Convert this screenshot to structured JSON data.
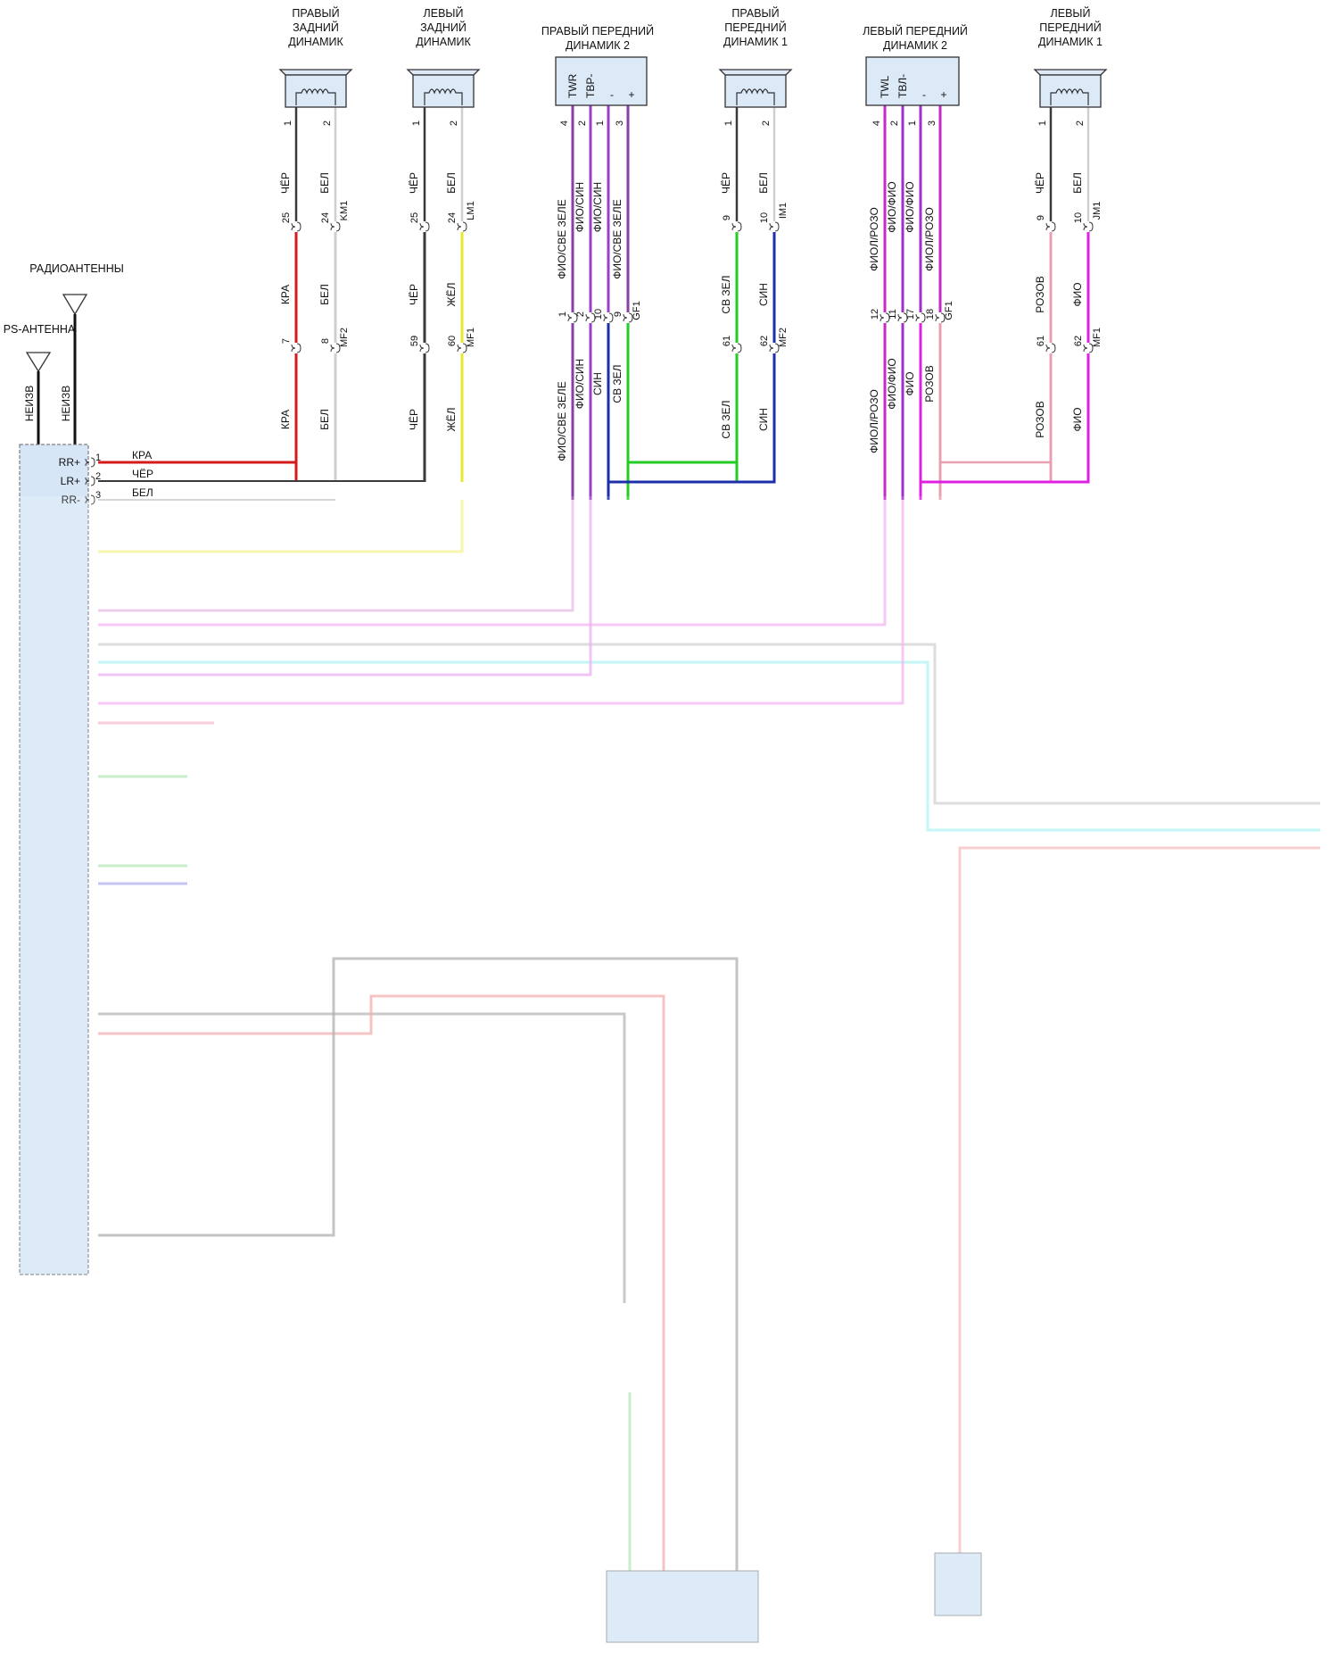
{
  "speakers": [
    {
      "id": "rr",
      "title": [
        "ПРАВЫЙ",
        "ЗАДНИЙ",
        "ДИНАМИК"
      ],
      "type": "coil",
      "pins": [
        {
          "num": "1",
          "color": "ЧЁР",
          "wire": "#3a3a3a",
          "conn1_pin": "25",
          "seg2_color": "КРА",
          "seg2_wire": "#d41a1a",
          "conn2_pin": "7",
          "seg3_color": "КРА",
          "seg3_wire": "#d41a1a"
        },
        {
          "num": "2",
          "color": "БЕЛ",
          "wire": "#cfcfcf",
          "conn1_pin": "24",
          "seg2_color": "БЕЛ",
          "seg2_wire": "#cfcfcf",
          "conn2_pin": "8",
          "seg3_color": "БЕЛ",
          "seg3_wire": "#cfcfcf"
        }
      ],
      "conn1": "KM1",
      "conn2": "MF2"
    },
    {
      "id": "lr",
      "title": [
        "ЛЕВЫЙ",
        "ЗАДНИЙ",
        "ДИНАМИК"
      ],
      "type": "coil",
      "pins": [
        {
          "num": "1",
          "color": "ЧЁР",
          "wire": "#3a3a3a",
          "conn1_pin": "25",
          "seg2_color": "ЧЁР",
          "seg2_wire": "#3a3a3a",
          "conn2_pin": "59",
          "seg3_color": "ЧЁР",
          "seg3_wire": "#3a3a3a"
        },
        {
          "num": "2",
          "color": "БЕЛ",
          "wire": "#cfcfcf",
          "conn1_pin": "24",
          "seg2_color": "ЖЁЛ",
          "seg2_wire": "#e8e832",
          "conn2_pin": "60",
          "seg3_color": "ЖЁЛ",
          "seg3_wire": "#e8e832"
        }
      ],
      "conn1": "LM1",
      "conn2": "MF1"
    },
    {
      "id": "rf2",
      "title": [
        "ПРАВЫЙ ПЕРЕДНИЙ",
        "ДИНАМИК 2"
      ],
      "type": "box",
      "box_labels": [
        "TWR",
        "ТВР-",
        "-",
        "+"
      ],
      "pins": [
        {
          "num": "4",
          "color": "ФИО/СВЕ ЗЕЛЕ",
          "wire": "#8a3ea8",
          "conn_pin": "1",
          "seg2_color": "ФИО/СВЕ ЗЕЛЕ",
          "seg2_wire": "#8a3ea8"
        },
        {
          "num": "2",
          "color": "ФИО/СИН",
          "wire": "#9a40c8",
          "conn_pin": "2",
          "seg2_color": "ФИО/СИН",
          "seg2_wire": "#9a40c8"
        },
        {
          "num": "1",
          "color": "ФИО/СИН",
          "wire": "#9a40c8",
          "conn_pin": "10",
          "seg2_color": "СИН",
          "seg2_wire": "#1a2fa8"
        },
        {
          "num": "3",
          "color": "ФИО/СВЕ ЗЕЛЕ",
          "wire": "#8a3ea8",
          "conn_pin": "9",
          "seg2_color": "СВ ЗЕЛ",
          "seg2_wire": "#22cc22"
        }
      ],
      "conn": "GF1"
    },
    {
      "id": "rf1",
      "title": [
        "ПРАВЫЙ",
        "ПЕРЕДНИЙ",
        "ДИНАМИК 1"
      ],
      "type": "coil",
      "pins": [
        {
          "num": "1",
          "color": "ЧЁР",
          "wire": "#3a3a3a",
          "conn1_pin": "9",
          "seg2_color": "СВ ЗЕЛ",
          "seg2_wire": "#22cc22",
          "conn2_pin": "61",
          "seg3_color": "СВ ЗЕЛ",
          "seg3_wire": "#22cc22"
        },
        {
          "num": "2",
          "color": "БЕЛ",
          "wire": "#cfcfcf",
          "conn1_pin": "10",
          "seg2_color": "СИН",
          "seg2_wire": "#1a2fa8",
          "conn2_pin": "62",
          "seg3_color": "СИН",
          "seg3_wire": "#1a2fa8"
        }
      ],
      "conn1": "IM1",
      "conn2": "MF2"
    },
    {
      "id": "lf2",
      "title": [
        "ЛЕВЫЙ ПЕРЕДНИЙ",
        "ДИНАМИК 2"
      ],
      "type": "box",
      "box_labels": [
        "TWL",
        "ТВЛ-",
        "-",
        "+"
      ],
      "pins": [
        {
          "num": "4",
          "color": "ФИОЛ/РОЗО",
          "wire": "#c42ac4",
          "conn_pin": "12",
          "seg2_color": "ФИОЛ/РОЗО",
          "seg2_wire": "#c42ac4"
        },
        {
          "num": "2",
          "color": "ФИО/ФИО",
          "wire": "#a030c8",
          "conn_pin": "11",
          "seg2_color": "ФИО/ФИО",
          "seg2_wire": "#a030c8"
        },
        {
          "num": "1",
          "color": "ФИО/ФИО",
          "wire": "#a030c8",
          "conn_pin": "17",
          "seg2_color": "ФИО",
          "seg2_wire": "#e020e0"
        },
        {
          "num": "3",
          "color": "ФИОЛ/РОЗО",
          "wire": "#c42ac4",
          "conn_pin": "18",
          "seg2_color": "РОЗОВ",
          "seg2_wire": "#e8a0b0"
        }
      ],
      "conn": "GF1"
    },
    {
      "id": "lf1",
      "title": [
        "ЛЕВЫЙ",
        "ПЕРЕДНИЙ",
        "ДИНАМИК 1"
      ],
      "type": "coil",
      "pins": [
        {
          "num": "1",
          "color": "ЧЁР",
          "wire": "#3a3a3a",
          "conn1_pin": "9",
          "seg2_color": "РОЗОВ",
          "seg2_wire": "#e8a0b0",
          "conn2_pin": "61",
          "seg3_color": "РОЗОВ",
          "seg3_wire": "#e8a0b0"
        },
        {
          "num": "2",
          "color": "БЕЛ",
          "wire": "#cfcfcf",
          "conn1_pin": "10",
          "seg2_color": "ФИО",
          "seg2_wire": "#e020e0",
          "conn2_pin": "62",
          "seg3_color": "ФИО",
          "seg3_wire": "#e020e0"
        }
      ],
      "conn1": "JM1",
      "conn2": "MF1"
    }
  ],
  "antennas": {
    "radio_label": "РАДИОАНТЕННЫ",
    "gps_label": "PS-АНТЕННА",
    "wire_label": "НЕИЗВ"
  },
  "head_unit": {
    "rows": [
      {
        "pin": "1",
        "name": "RR+",
        "wire_label": "КРА",
        "wire": "#d41a1a"
      },
      {
        "pin": "2",
        "name": "LR+",
        "wire_label": "ЧЁР",
        "wire": "#3a3a3a"
      },
      {
        "pin": "3",
        "name": "RR-",
        "wire_label": "БЕЛ",
        "wire": "#cfcfcf"
      }
    ]
  }
}
